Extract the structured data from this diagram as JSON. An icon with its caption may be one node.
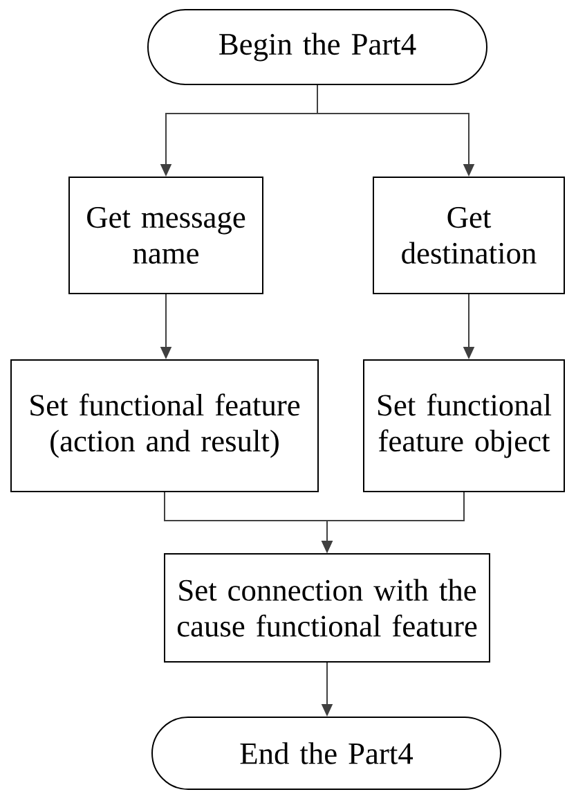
{
  "diagram": {
    "nodes": [
      {
        "text": [
          "Begin the Part4"
        ]
      },
      {
        "text": [
          "Get message name"
        ]
      },
      {
        "text": [
          "Get destination"
        ]
      },
      {
        "text": [
          "Set functional feature (action and result)"
        ]
      },
      {
        "text": [
          "Set functional feature object"
        ]
      },
      {
        "text": [
          "Set connection with the cause functional feature"
        ]
      },
      {
        "text": [
          "End the Part4"
        ]
      }
    ],
    "edges": [
      {
        "from": 0,
        "to": 1,
        "arrow": "to"
      },
      {
        "from": 0,
        "to": 2,
        "arrow": "to"
      },
      {
        "from": 1,
        "to": 3,
        "arrow": "to"
      },
      {
        "from": 2,
        "to": 4,
        "arrow": "to"
      },
      {
        "from": 3,
        "to": 5,
        "arrow": "to"
      },
      {
        "from": 4,
        "to": 5,
        "arrow": "to"
      },
      {
        "from": 5,
        "to": 6,
        "arrow": "to"
      }
    ]
  }
}
